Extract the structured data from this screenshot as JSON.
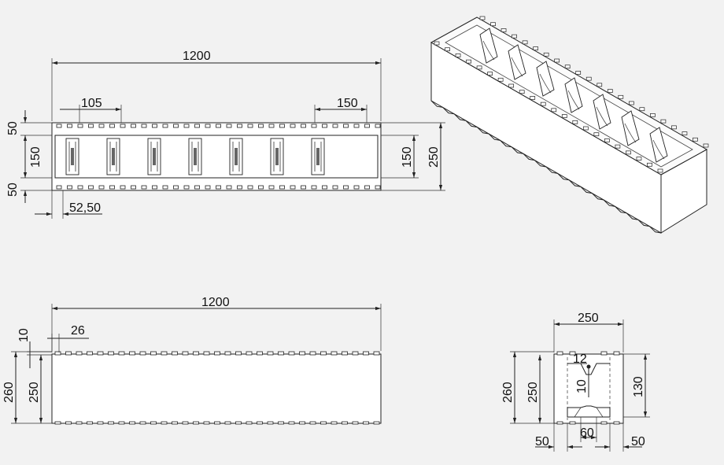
{
  "top_view": {
    "length": "1200",
    "web_spacing": "105",
    "end_spacing": "150",
    "edge_offset": "52,50",
    "side_left_top": "50",
    "side_left_mid": "150",
    "side_left_bottom": "50",
    "inner_width": "150",
    "total_width": "250"
  },
  "front_view": {
    "length": "1200",
    "tooth_width": "26",
    "tooth_height": "10",
    "height_total": "260",
    "height_body": "250"
  },
  "side_view": {
    "width": "250",
    "height_total": "260",
    "height_body": "250",
    "top_detail": "12",
    "tie_offset": "10",
    "tie_height": "130",
    "wall_left": "50",
    "tie_width": "60",
    "wall_right": "50"
  }
}
